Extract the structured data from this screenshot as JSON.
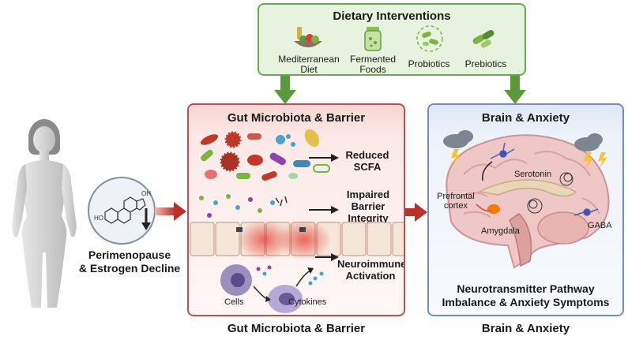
{
  "diet": {
    "title": "Dietary Interventions",
    "items": [
      {
        "label": "Mediterranean Diet",
        "icon": "salad-icon"
      },
      {
        "label": "Fermented Foods",
        "icon": "jar-icon"
      },
      {
        "label": "Probiotics",
        "icon": "bacteria-icon"
      },
      {
        "label": "Prebiotics",
        "icon": "fiber-icon"
      }
    ]
  },
  "woman": {
    "caption_line1": "Perimenopause",
    "caption_line2": "& Estrogen Decline",
    "molecule_label": "HO",
    "molecule_oh": "OH"
  },
  "gut": {
    "title": "Gut Microbiota & Barrier",
    "reduced_scfa": "Reduced SCFA",
    "impaired_barrier": "Impaired Barrier Integrity",
    "neuroimmune": "Neuroimmune Activation",
    "cells": "Cells",
    "cytokines": "Cytokines",
    "caption": "Gut Microbiota & Barrier"
  },
  "brain": {
    "title": "Brain & Anxiety",
    "serotonin": "Serotonin",
    "prefrontal": "Prefrontal cortex",
    "amygdala": "Amygdala",
    "gaba": "GABA",
    "summary_line1": "Neurotransmitter Pathway",
    "summary_line2": "Imbalance & Anxiety Symptoms",
    "caption": "Brain & Anxiety"
  },
  "colors": {
    "green": "#5a9a3c",
    "red": "#c0392b",
    "blue": "#6f8fc4"
  }
}
